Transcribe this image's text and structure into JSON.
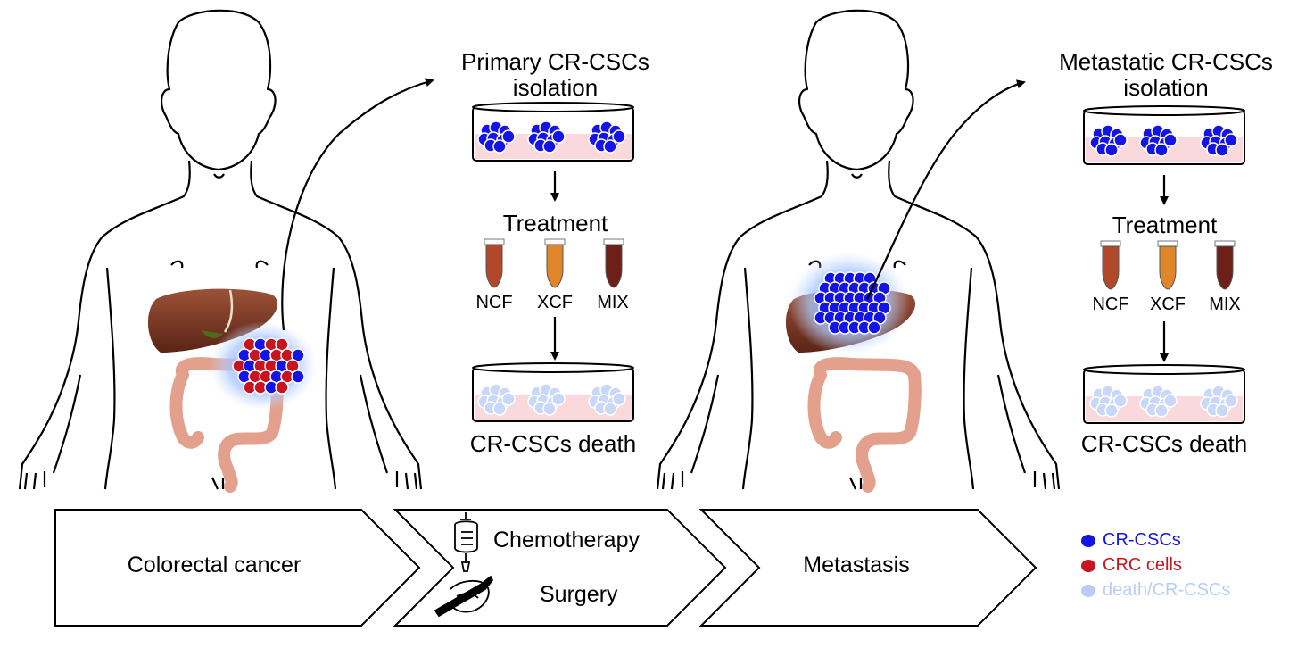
{
  "panels": [
    {
      "title": "Primary CR-CSCs isolation",
      "treatment_label": "Treatment",
      "tubes": [
        "NCF",
        "XCF",
        "MIX"
      ],
      "result": "CR-CSCs death"
    },
    {
      "title": "Metastatic CR-CSCs isolation",
      "treatment_label": "Treatment",
      "tubes": [
        "NCF",
        "XCF",
        "MIX"
      ],
      "result": "CR-CSCs death"
    }
  ],
  "timeline": [
    {
      "label": "Colorectal cancer"
    },
    {
      "labels": [
        "Chemotherapy",
        "Surgery"
      ],
      "icons": [
        "iv-bag-icon",
        "scalpel-hand-icon"
      ]
    },
    {
      "label": "Metastasis"
    }
  ],
  "legend": [
    {
      "label": "CR-CSCs",
      "color": "#1414e6"
    },
    {
      "label": "CRC cells",
      "color": "#c8141e"
    },
    {
      "label": "death/CR-CSCs",
      "color": "#b8cdf5"
    }
  ],
  "colors": {
    "cr_cscs": "#1414e6",
    "crc_cells": "#c8141e",
    "dead_cells": "#c9d8f8",
    "liver": "#7a3a26",
    "colon": "#e3a08c",
    "dish_medium": "#f9d9dc",
    "tube_ncf": "#b2482a",
    "tube_xcf": "#e0862a",
    "tube_mix": "#6e2018",
    "glow": "#8fb5ff"
  }
}
